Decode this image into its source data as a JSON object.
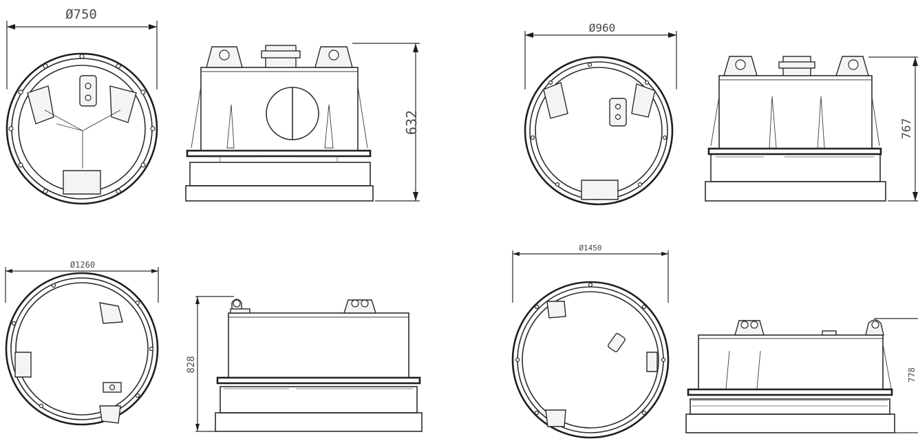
{
  "views": [
    {
      "id": "magnet-750",
      "diameter_label": "Ø750",
      "height_label": "632"
    },
    {
      "id": "magnet-960",
      "diameter_label": "Ø960",
      "height_label": "767"
    },
    {
      "id": "magnet-1260",
      "diameter_label": "Ø1260",
      "height_label": "828"
    },
    {
      "id": "magnet-1450",
      "diameter_label": "Ø1450",
      "height_label": "778"
    }
  ]
}
